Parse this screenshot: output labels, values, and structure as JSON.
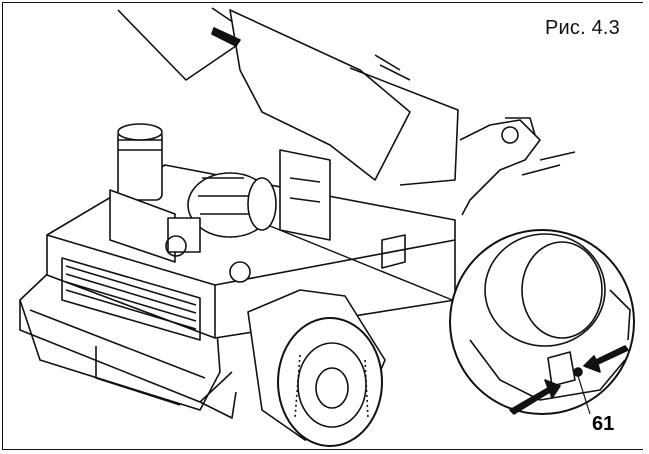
{
  "figure": {
    "label": "Рис. 4.3"
  },
  "callouts": [
    {
      "number": "61"
    }
  ],
  "icons": [
    "compressor-illustration",
    "air-filter-detail",
    "arrow-icon"
  ]
}
